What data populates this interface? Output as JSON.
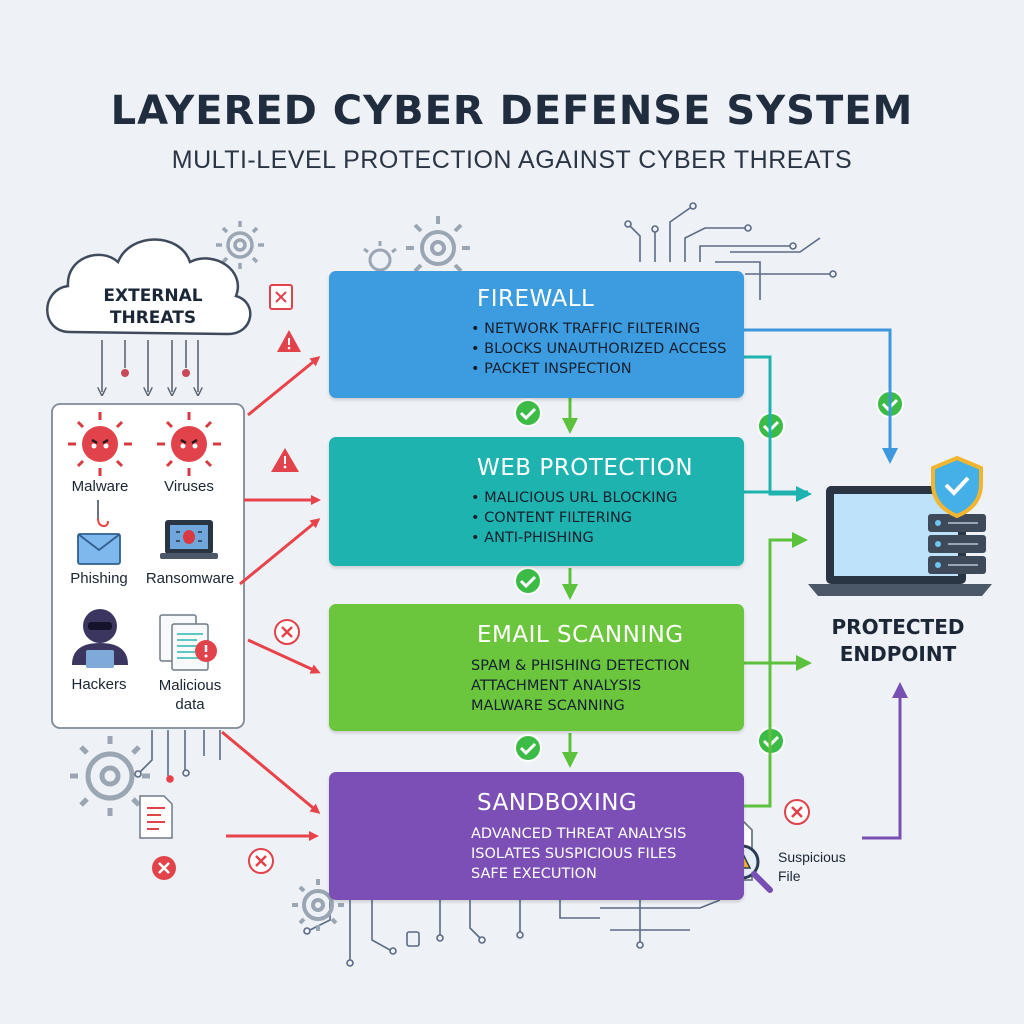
{
  "header": {
    "title": "LAYERED CYBER DEFENSE SYSTEM",
    "subtitle": "MULTI-LEVEL PROTECTION AGAINST CYBER THREATS"
  },
  "external_threats": {
    "label_line1": "EXTERNAL",
    "label_line2": "THREATS",
    "items": [
      {
        "label": "Malware"
      },
      {
        "label": "Viruses"
      },
      {
        "label": "Phishing"
      },
      {
        "label": "Ransomware"
      },
      {
        "label": "Hackers"
      },
      {
        "label": "Malicious data"
      }
    ]
  },
  "layers": [
    {
      "title": "FIREWALL",
      "color": "#3d9be0",
      "icon": "brick-wall-globe-icon",
      "bullets": [
        "• NETWORK TRAFFIC FILTERING",
        "• BLOCKS UNAUTHORIZED ACCESS",
        "• PACKET INSPECTION"
      ]
    },
    {
      "title": "WEB PROTECTION",
      "color": "#1fb3b0",
      "icon": "browser-lock-icon",
      "bullets": [
        "• MALICIOUS URL BLOCKING",
        "• CONTENT FILTERING",
        "• ANTI-PHISHING"
      ]
    },
    {
      "title": "EMAIL SCANNING",
      "color": "#6cc63d",
      "icon": "envelope-magnifier-icon",
      "bullets": [
        "SPAM & PHISHING DETECTION",
        "ATTACHMENT ANALYSIS",
        "MALWARE SCANNING"
      ]
    },
    {
      "title": "SANDBOXING",
      "color": "#7b4fb5",
      "icon": "sandbox-cube-flask-icon",
      "bullets": [
        "ADVANCED THREAT ANALYSIS",
        "ISOLATES SUSPICIOUS FILES",
        "SAFE EXECUTION"
      ]
    }
  ],
  "endpoint": {
    "label_line1": "PROTECTED",
    "label_line2": "ENDPOINT"
  },
  "suspicious_file": {
    "label_line1": "Suspicious",
    "label_line2": "File"
  },
  "colors": {
    "threat_arrow": "#e8434a",
    "check": "#3dbb47",
    "endpoint_arrow_blue": "#3e98dd",
    "endpoint_arrow_green": "#5cc23e",
    "endpoint_arrow_purple": "#7a4fb3"
  }
}
